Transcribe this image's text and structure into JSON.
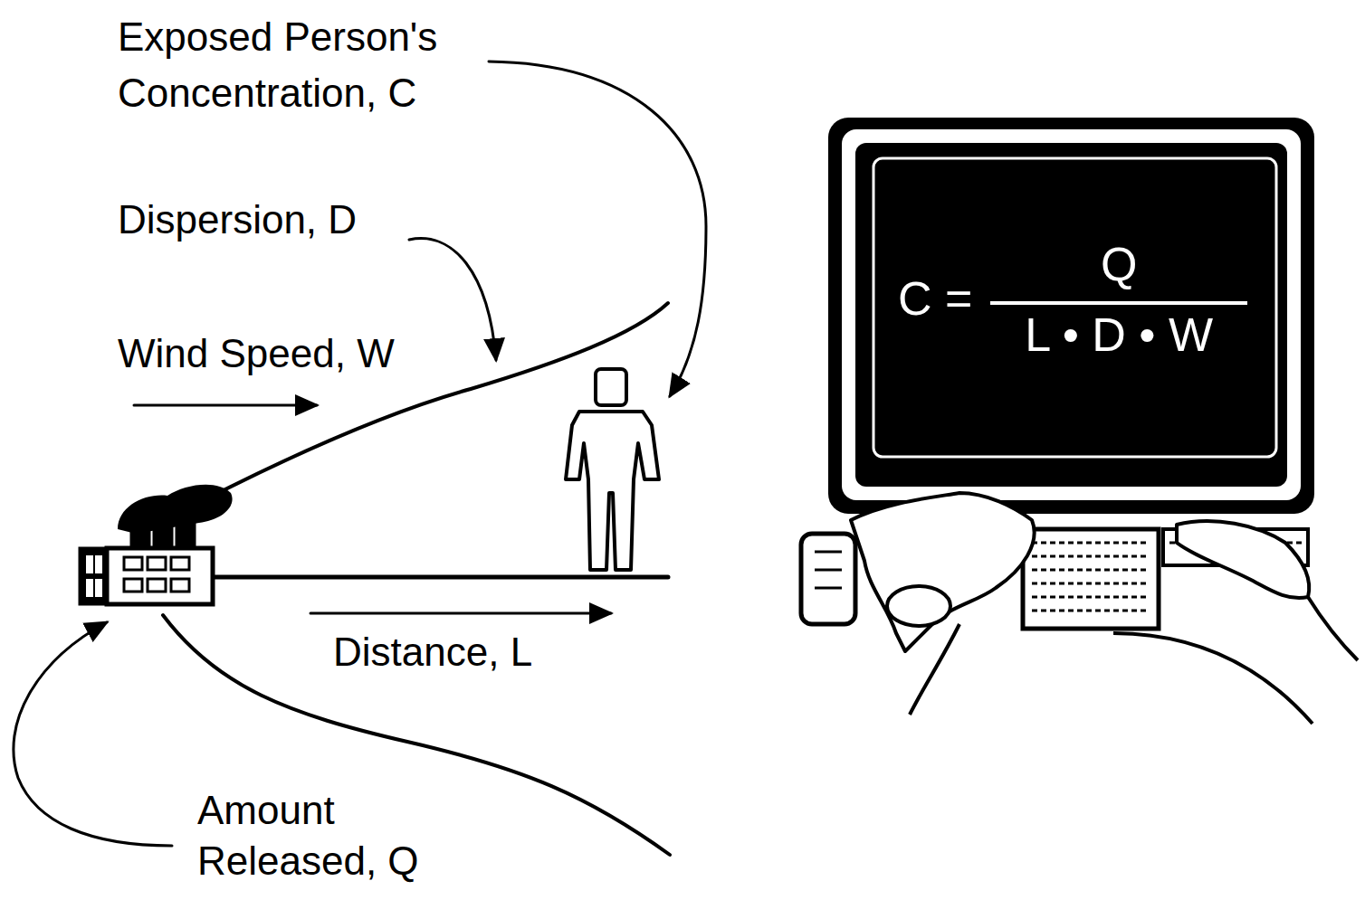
{
  "diagram": {
    "nodes": [
      {
        "text": [
          "C =",
          "Q",
          "L • D • W"
        ]
      }
    ],
    "labels": [
      "Exposed Person's Concentration, C",
      "Dispersion, D",
      "Wind Speed, W",
      "Distance, L",
      "Amount Released, Q"
    ]
  }
}
